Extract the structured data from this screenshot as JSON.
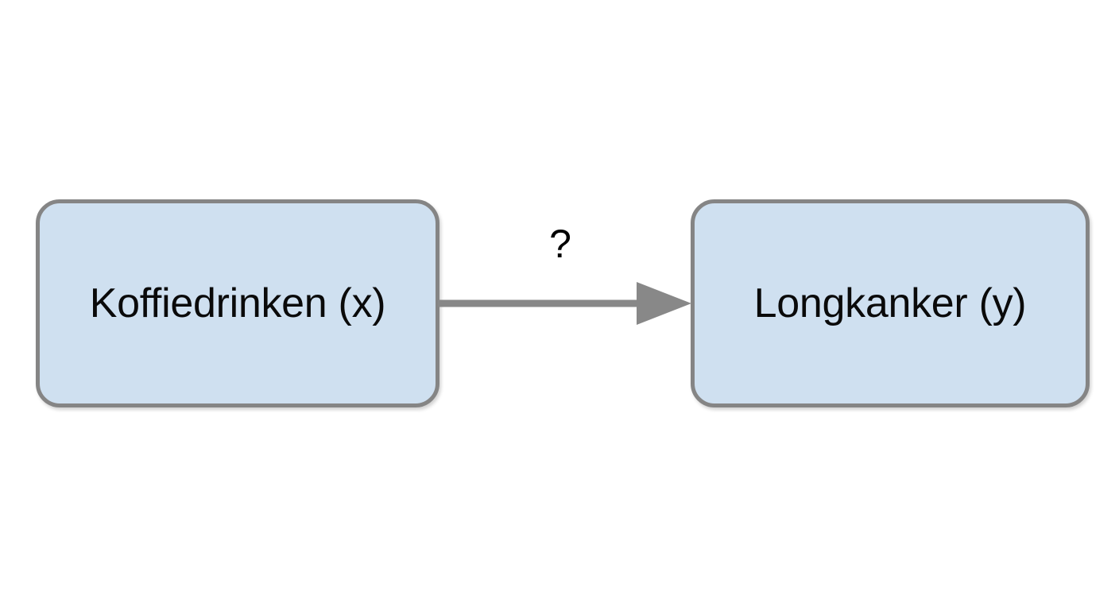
{
  "diagram": {
    "type": "causal-diagram",
    "background_color": "#ffffff",
    "title": "",
    "nodes": [
      {
        "id": "x",
        "label": "Koffiedrinken (x)",
        "role": "exposure",
        "fill_color": "#cfe0f0",
        "border_color": "#858585",
        "text_color": "#0a0a0a"
      },
      {
        "id": "y",
        "label": "Longkanker (y)",
        "role": "outcome",
        "fill_color": "#cfe0f0",
        "border_color": "#858585",
        "text_color": "#0a0a0a"
      }
    ],
    "edges": [
      {
        "from": "x",
        "to": "y",
        "label": "?",
        "direction": "right",
        "color": "#888888",
        "style": "solid"
      }
    ]
  }
}
